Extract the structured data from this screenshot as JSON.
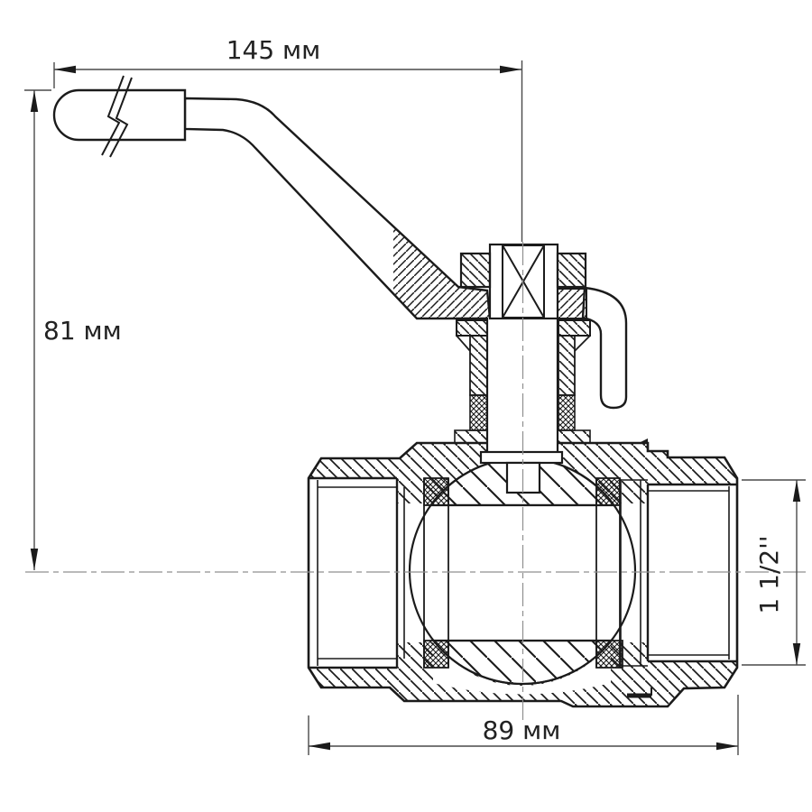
{
  "drawing": {
    "type": "ball-valve-section-drawing",
    "dimensions": {
      "handle_length": {
        "label": "145 мм",
        "value": 145,
        "unit": "мм"
      },
      "overall_height": {
        "label": "81 мм",
        "value": 81,
        "unit": "мм"
      },
      "thread_size": {
        "label": "1 1/2''",
        "value": "1 1/2",
        "unit": "inch"
      },
      "body_length": {
        "label": "89 мм",
        "value": 89,
        "unit": "мм"
      }
    },
    "colors": {
      "line": "#1b1b1b",
      "dimension_line": "#4a4a4a",
      "centerline": "#8f8f8f",
      "background": "#ffffff"
    }
  }
}
